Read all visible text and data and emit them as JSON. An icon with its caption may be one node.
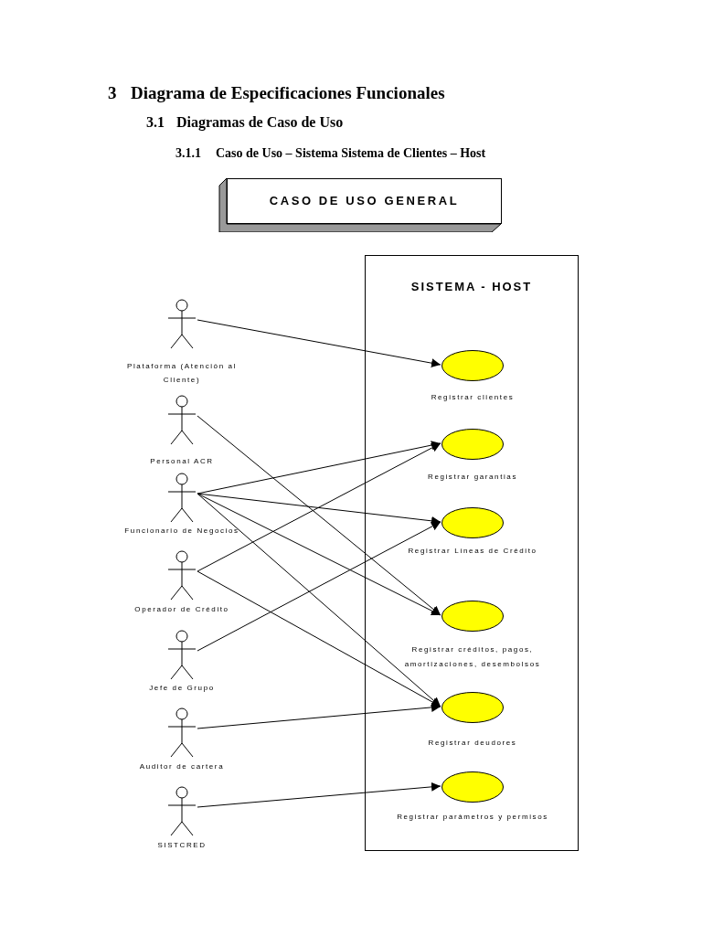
{
  "diagram": {
    "nodes": [
      {
        "text": [
          "CASO DE USO GENERAL"
        ]
      },
      {
        "text": [
          "SISTEMA - HOST"
        ]
      },
      {
        "text": [],
        "shape": "person",
        "beside": [
          "Plataforma (Atención al Cliente)"
        ]
      },
      {
        "text": [],
        "shape": "person",
        "beside": [
          "Personal ACR"
        ]
      },
      {
        "text": [],
        "shape": "person",
        "beside": [
          "Funcionario de Negocios"
        ]
      },
      {
        "text": [],
        "shape": "person",
        "beside": [
          "Operador de Crédito"
        ]
      },
      {
        "text": [],
        "shape": "person",
        "beside": [
          "Jefe de Grupo"
        ]
      },
      {
        "text": [],
        "shape": "person",
        "beside": [
          "Auditor de cartera"
        ]
      },
      {
        "text": [],
        "shape": "person",
        "beside": [
          "SISTCRED"
        ]
      },
      {
        "text": [],
        "shape": "ellipse",
        "in": 1,
        "beside": [
          "Registrar clientes"
        ]
      },
      {
        "text": [],
        "shape": "ellipse",
        "in": 1,
        "beside": [
          "Registrar garantias"
        ]
      },
      {
        "text": [],
        "shape": "ellipse",
        "in": 1,
        "beside": [
          "Registrar Líneas de Crédito"
        ]
      },
      {
        "text": [],
        "shape": "ellipse",
        "in": 1,
        "beside": [
          "Registrar créditos, pagos, amortizaciones, desembolsos"
        ]
      },
      {
        "text": [],
        "shape": "ellipse",
        "in": 1,
        "beside": [
          "Registrar deudores"
        ]
      },
      {
        "text": [],
        "shape": "ellipse",
        "in": 1,
        "beside": [
          "Registrar parámetros y permisos"
        ]
      }
    ],
    "edges": [
      {
        "from": 2,
        "to": 9,
        "arrow": "to"
      },
      {
        "from": 3,
        "to": 12,
        "arrow": "to"
      },
      {
        "from": 4,
        "to": 10,
        "arrow": "to"
      },
      {
        "from": 4,
        "to": 11,
        "arrow": "to"
      },
      {
        "from": 4,
        "to": 12,
        "arrow": "to"
      },
      {
        "from": 4,
        "to": 13,
        "arrow": "to"
      },
      {
        "from": 5,
        "to": 10,
        "arrow": "to"
      },
      {
        "from": 5,
        "to": 13,
        "arrow": "to"
      },
      {
        "from": 6,
        "to": 11,
        "arrow": "to"
      },
      {
        "from": 7,
        "to": 13,
        "arrow": "to"
      },
      {
        "from": 8,
        "to": 14,
        "arrow": "to"
      }
    ],
    "labels": [
      "3",
      "Diagrama de Especificaciones Funcionales",
      "3.1",
      "Diagramas de Caso de Uso",
      "3.1.1",
      "Caso de Uso – Sistema Sistema de Clientes – Host"
    ]
  }
}
